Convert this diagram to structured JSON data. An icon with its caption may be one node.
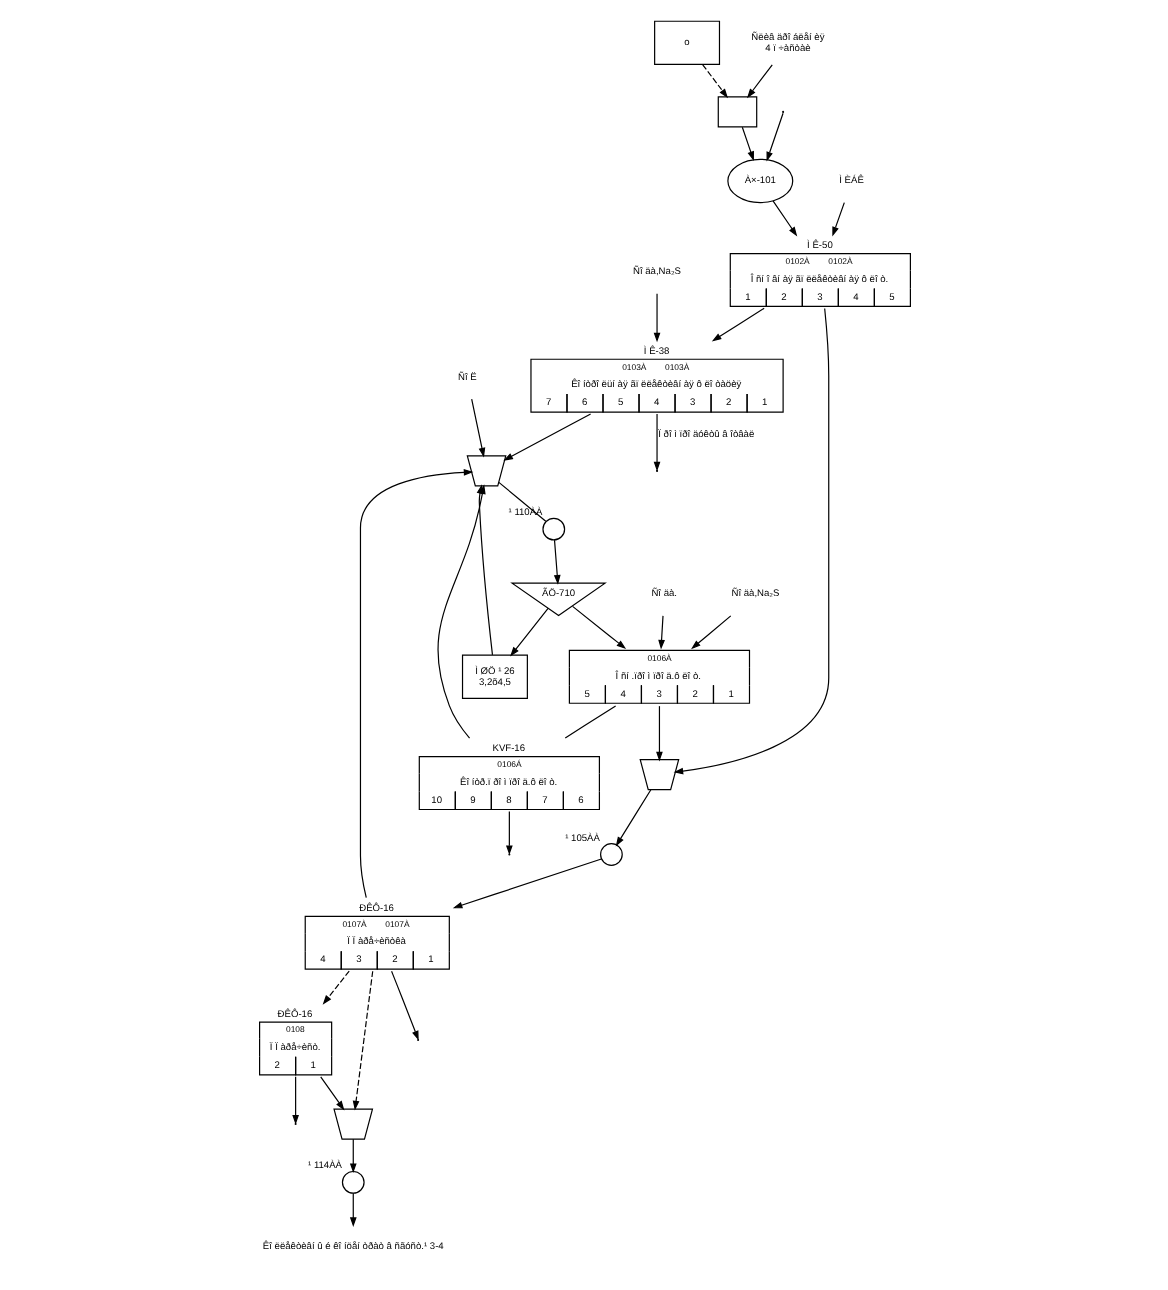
{
  "diagram": {
    "nodes": [
      {
        "text": [
          "o"
        ]
      },
      {
        "text": [],
        "shape": "box"
      },
      {
        "text": [
          "À×-101"
        ]
      },
      {
        "text": [
          "Ì Ê-50",
          "0102À",
          "0102À",
          "Î ñí î âí àÿ ãï ëëåêòèâí àÿ ô ëî ò.",
          "1",
          "2",
          "3",
          "4",
          "5"
        ]
      },
      {
        "text": [
          "Ì Ê-38",
          "0103À",
          "0103À",
          "Êî íòðî ëüí àÿ ãï ëëåêòèâí àÿ ô ëî òàöèÿ",
          "7",
          "6",
          "5",
          "4",
          "3",
          "2",
          "1"
        ]
      },
      {
        "text": [
          "KVF-16",
          "0106Á",
          "Êî íòð.ï ðî ì ïðî ä.ô ëî ò.",
          "10",
          "9",
          "8",
          "7",
          "6"
        ]
      },
      {
        "text": [
          "0106À",
          "Î ñí .ïðî ì ïðî ä.ô ëî ò.",
          "5",
          "4",
          "3",
          "2",
          "1"
        ]
      },
      {
        "text": [
          "ÐÊÔ-16",
          "0108",
          "Ï Ï àðå÷èñò.",
          "2",
          "1"
        ]
      },
      {
        "text": [
          "ÐÊÔ-16",
          "0107À",
          "0107À",
          "Ï Ï àðå÷èñòêà",
          "4",
          "3",
          "2",
          "1"
        ]
      },
      {
        "text": [],
        "shape": "box"
      },
      {
        "text": [],
        "shape": "circle",
        "beside": [
          "¹ 114ÀÀ"
        ]
      },
      {
        "text": [
          "Êî ëëåêòèâí û é êî íöåí òðàò â ñãóñò.¹ 3-4"
        ]
      },
      {
        "text": [],
        "shape": "box"
      },
      {
        "text": [],
        "shape": "circle",
        "beside": [
          "¹ 105ÀÀ"
        ]
      },
      {
        "text": [
          "ÃÖ-710"
        ]
      },
      {
        "text": [
          "Ì ØÖ ¹ 26",
          "3,2õ4,5"
        ]
      },
      {
        "text": [],
        "shape": "box"
      },
      {
        "text": [],
        "shape": "circle",
        "beside": [
          "¹ 110ÀÀ"
        ]
      },
      {
        "text": [
          "Ì ÈÁÊ"
        ]
      },
      {
        "text": [
          "Ñî äà,Na₂S"
        ]
      },
      {
        "text": [
          "Ñî äà."
        ]
      },
      {
        "text": [
          "Ñî äà,Na₂S"
        ]
      },
      {
        "text": [
          "Ñî Ë"
        ]
      },
      {
        "text": [
          "Ñëèâ äðî áëåí èÿ",
          "4 ï ÷àñòàè"
        ]
      }
    ],
    "edges": [
      {
        "from": 0,
        "to": 1,
        "arrow": "to",
        "style": "dashed"
      },
      {
        "from": 23,
        "to": 1,
        "arrow": "to"
      },
      {
        "from": 1,
        "to": 2,
        "arrow": "to"
      },
      {
        "from": null,
        "to": 2,
        "arrow": "to"
      },
      {
        "from": 2,
        "to": 3,
        "arrow": "to"
      },
      {
        "from": 18,
        "to": 3,
        "arrow": "to"
      },
      {
        "from": 3,
        "to": 4,
        "arrow": "to"
      },
      {
        "from": 3,
        "to": 12,
        "arrow": "to"
      },
      {
        "from": 19,
        "to": 4,
        "arrow": "to"
      },
      {
        "from": 4,
        "to": null,
        "arrow": "to",
        "label": "Ï ðî ì ïðî äóêòû â îòâàë"
      },
      {
        "from": 4,
        "to": 16,
        "arrow": "to"
      },
      {
        "from": 14,
        "to": 6,
        "arrow": "to"
      },
      {
        "from": 20,
        "to": 6,
        "arrow": "to"
      },
      {
        "from": 21,
        "to": 6,
        "arrow": "to"
      },
      {
        "from": 6,
        "to": 5,
        "arrow": "none"
      },
      {
        "from": 5,
        "to": null,
        "arrow": "to"
      },
      {
        "from": 6,
        "to": 12,
        "arrow": "to"
      },
      {
        "from": 5,
        "to": 16,
        "arrow": "to"
      },
      {
        "from": 8,
        "to": 16,
        "arrow": "to"
      },
      {
        "from": 13,
        "to": 8,
        "arrow": "to"
      },
      {
        "from": 8,
        "to": 7,
        "arrow": "to",
        "style": "dashed"
      },
      {
        "from": 8,
        "to": 9,
        "arrow": "to",
        "style": "dashed"
      },
      {
        "from": 7,
        "to": 9,
        "arrow": "to"
      },
      {
        "from": 7,
        "to": null,
        "arrow": "to"
      },
      {
        "from": 8,
        "to": null,
        "arrow": "to"
      },
      {
        "from": 9,
        "to": 10,
        "arrow": "to"
      },
      {
        "from": 10,
        "to": 11,
        "arrow": "to"
      },
      {
        "from": 12,
        "to": 13,
        "arrow": "to"
      },
      {
        "from": 14,
        "to": 15,
        "arrow": "to"
      },
      {
        "from": 15,
        "to": 16,
        "arrow": "to"
      },
      {
        "from": 22,
        "to": 16,
        "arrow": "to"
      },
      {
        "from": 16,
        "to": 17,
        "arrow": "none"
      },
      {
        "from": 17,
        "to": 14,
        "arrow": "to"
      }
    ]
  }
}
